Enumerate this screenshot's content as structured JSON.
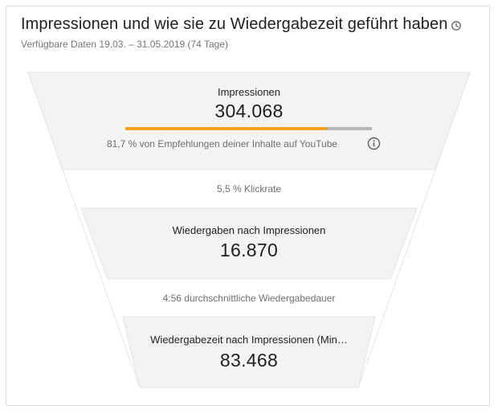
{
  "card": {
    "title": "Impressionen und wie sie zu Wiedergabezeit geführt haben",
    "subtitle": "Verfügbare Daten 19.03. – 31.05.2019 (74 Tage)",
    "header_icon": "history-clock-icon"
  },
  "funnel": {
    "impressions": {
      "label": "Impressionen",
      "value": "304.068",
      "recommendation_text": "81,7 % von Empfehlungen deiner Inhalte auf YouTube",
      "recommendation_share": 0.817,
      "info_icon": "info-icon"
    },
    "click_rate": "5,5 % Klickrate",
    "views": {
      "label": "Wiedergaben nach Impressionen",
      "value": "16.870"
    },
    "avg_duration": "4:56 durchschnittliche Wiedergabedauer",
    "watch_time": {
      "label": "Wiedergabezeit nach Impressionen (Min…",
      "value": "83.468"
    }
  },
  "colors": {
    "stage_fill": "#f3f3f3",
    "stage_border": "#e4e4e4",
    "progress_fill": "#f4a21b",
    "progress_track": "#b8b8b8"
  }
}
